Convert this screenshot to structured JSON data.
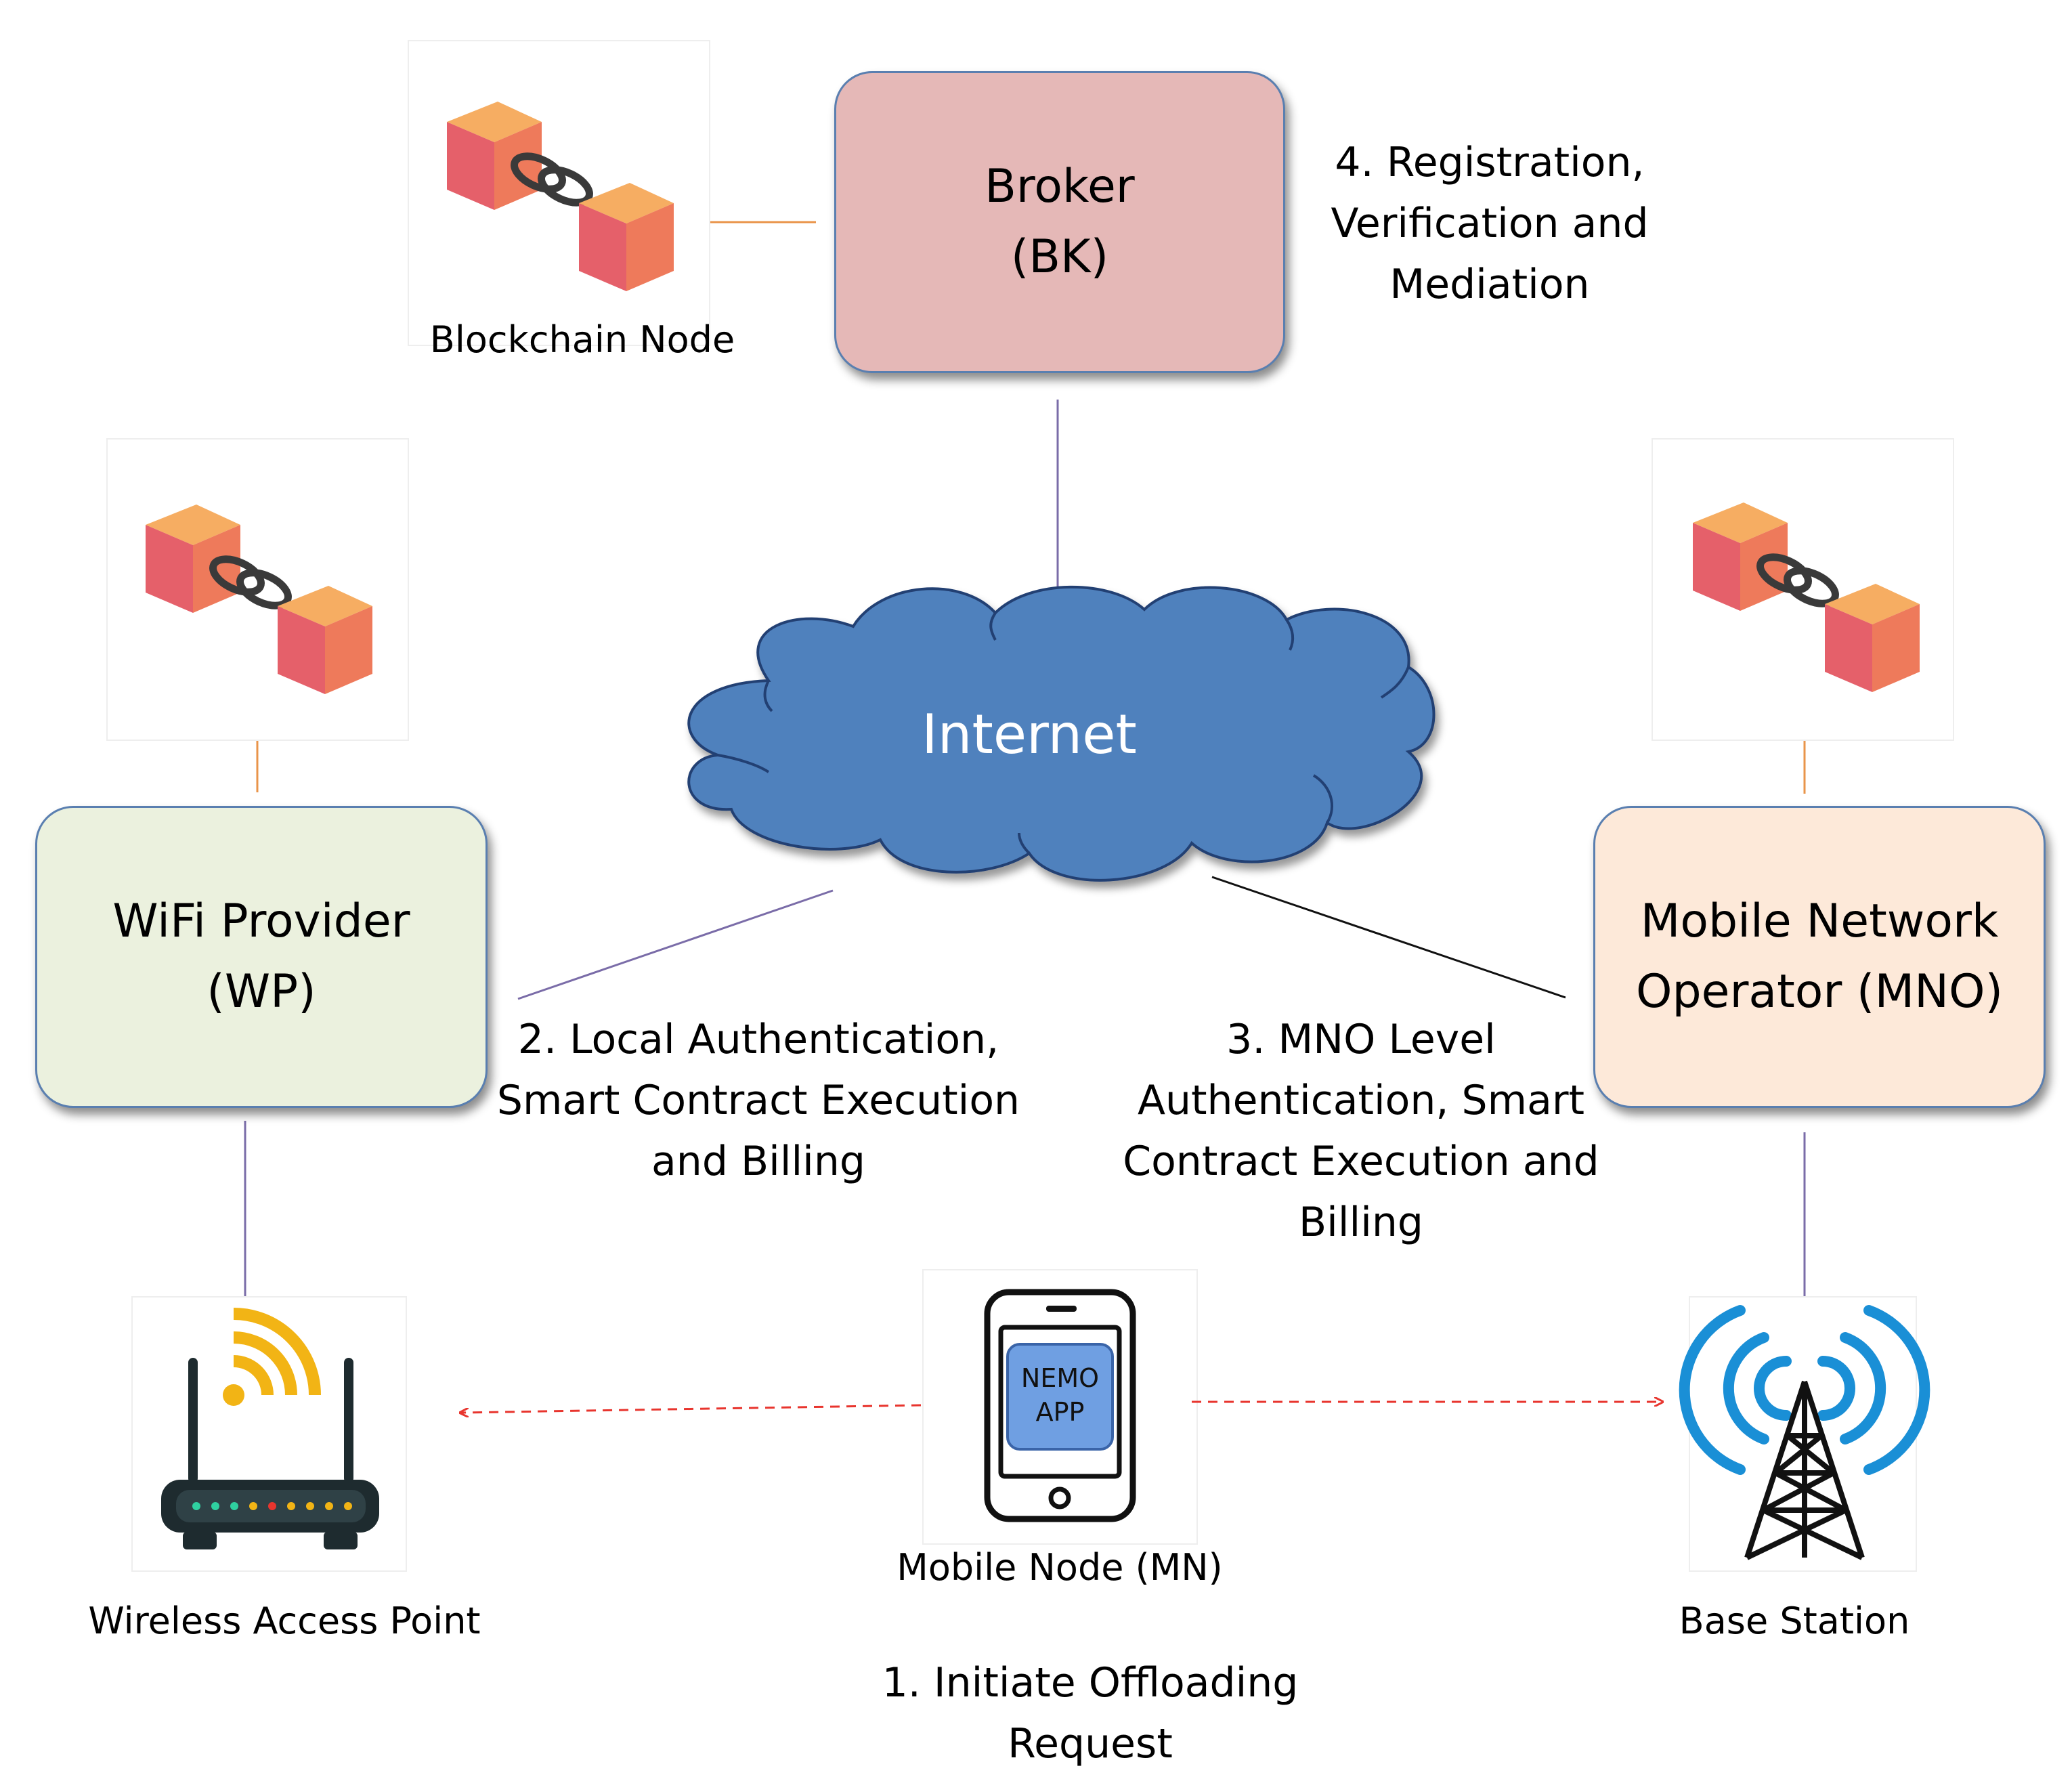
{
  "broker": {
    "title": "Broker\n(BK)",
    "fill": "#e5b8b7"
  },
  "wifi_provider": {
    "title": "WiFi Provider\n(WP)",
    "fill": "#ebf1de"
  },
  "mno": {
    "title": "Mobile Network\nOperator (MNO)",
    "fill": "#fde9d9"
  },
  "internet": {
    "label": "Internet",
    "fill": "#4f81bd"
  },
  "blockchain_node": {
    "label": "Blockchain Node"
  },
  "mobile_node": {
    "label": "Mobile Node (MN)",
    "app_label": "NEMO\nAPP"
  },
  "access_point": {
    "label": "Wireless Access Point"
  },
  "base_station": {
    "label": "Base Station"
  },
  "steps": {
    "step1": "1. Initiate Offloading\nRequest",
    "step2": "2. Local Authentication,\nSmart Contract Execution\nand Billing",
    "step3": "3. MNO Level\nAuthentication, Smart\nContract Execution and\nBilling",
    "step4": "4. Registration,\nVerification and\nMediation"
  },
  "colors": {
    "blockchain_link": "#e9944a",
    "network_link": "#7a6ca8",
    "dashed_arrow": "#e8352e",
    "box_border": "#5a7fb0",
    "signal_blue": "#1a8fd6",
    "wifi_yellow": "#f2b415"
  }
}
